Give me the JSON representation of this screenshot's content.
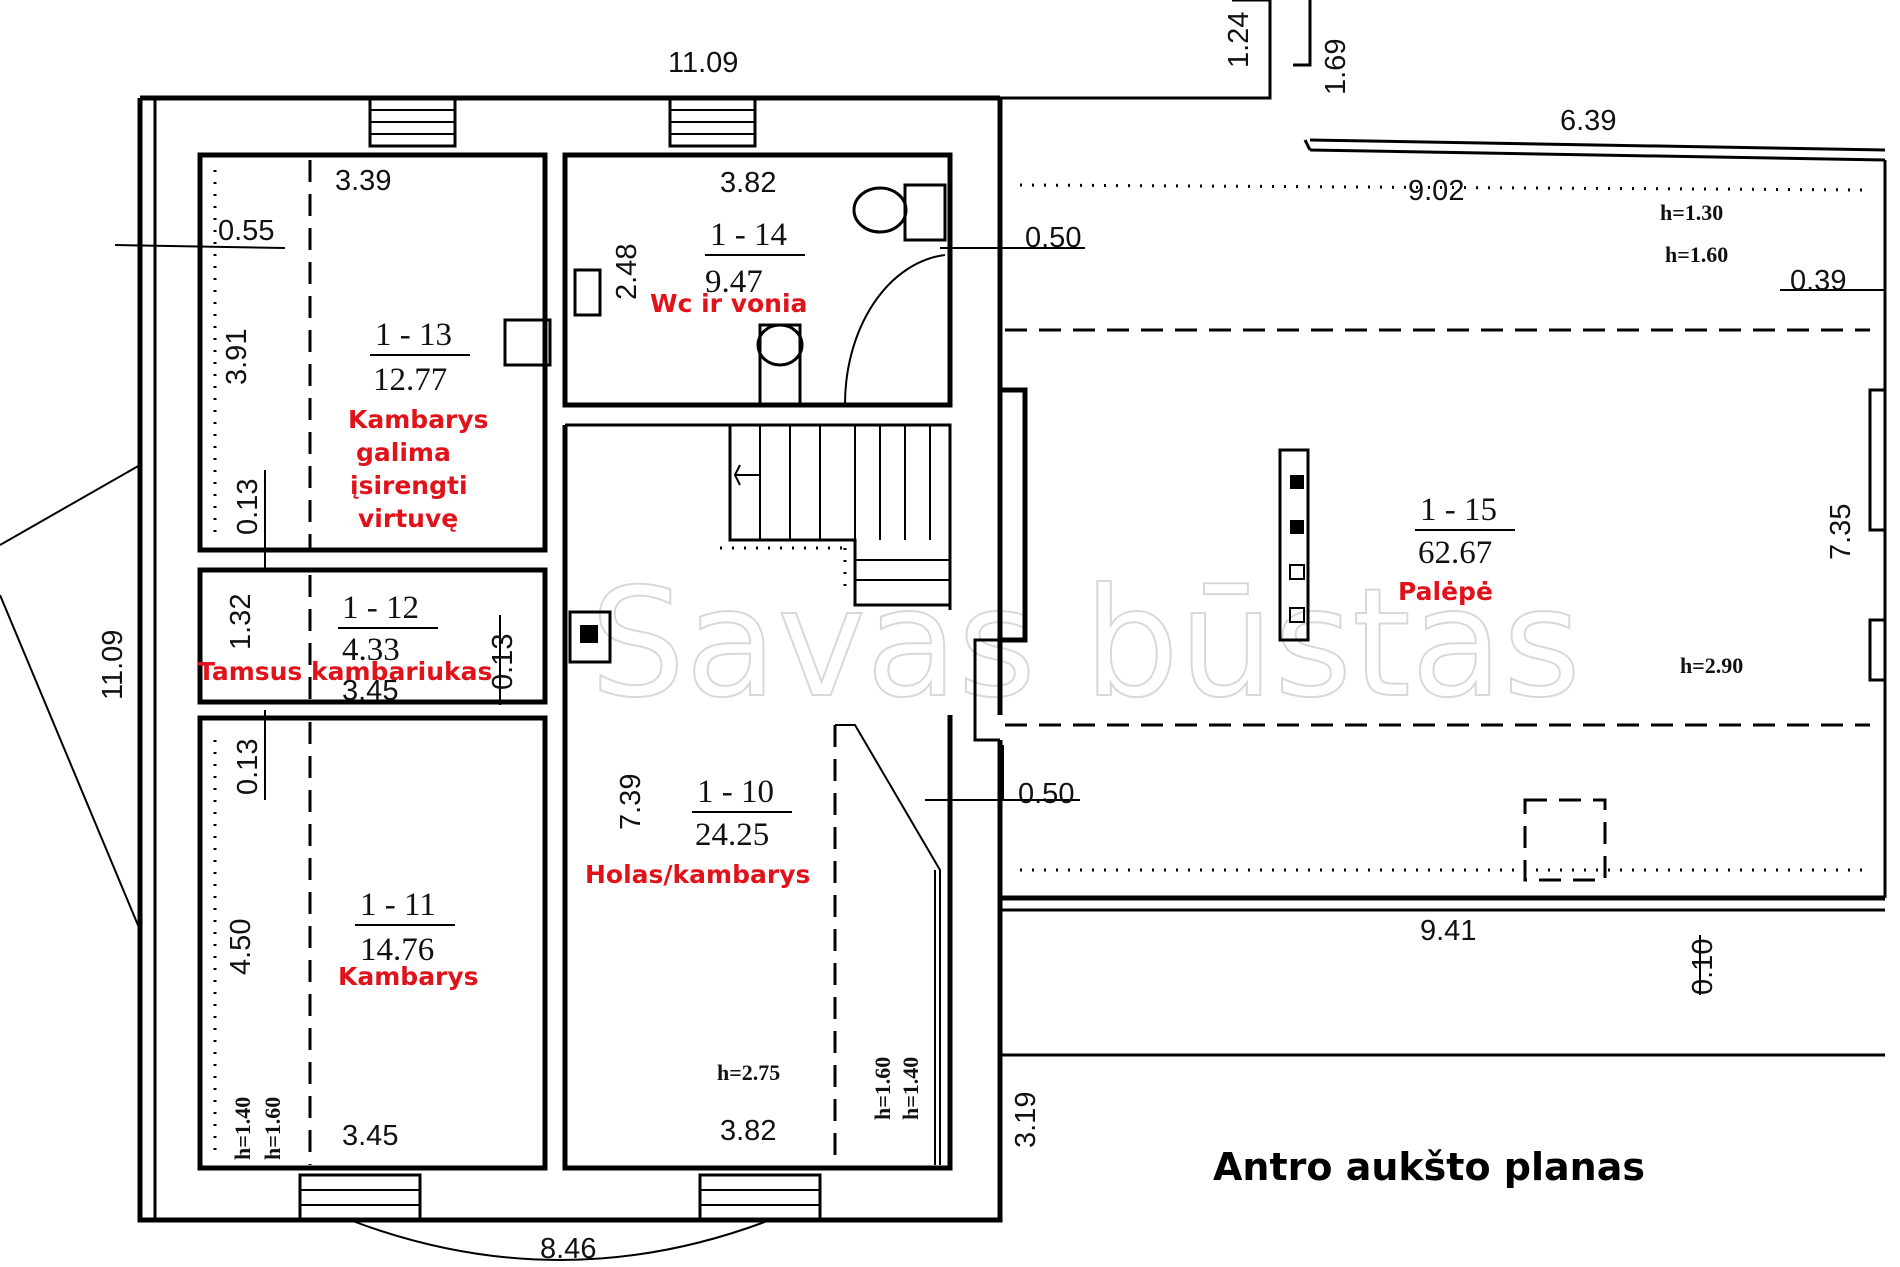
{
  "title": "Antro aukšto planas",
  "watermark": "Savas būstas",
  "rooms": [
    {
      "id": "1 - 13",
      "area": "12.77",
      "label": [
        "Kambarys",
        "galima",
        "įsirengti",
        "virtuvę"
      ]
    },
    {
      "id": "1 - 14",
      "area": "9.47",
      "label": [
        "Wc ir vonia"
      ]
    },
    {
      "id": "1 - 12",
      "area": "4.33",
      "label": [
        "Tamsus kambariukas"
      ]
    },
    {
      "id": "1 - 11",
      "area": "14.76",
      "label": [
        "Kambarys"
      ]
    },
    {
      "id": "1 - 10",
      "area": "24.25",
      "label": [
        "Holas/kambarys"
      ]
    },
    {
      "id": "1 - 15",
      "area": "62.67",
      "label": [
        "Palėpė"
      ]
    }
  ],
  "dimensions": {
    "top_total": "11.09",
    "d124": "1.24",
    "d169": "1.69",
    "d639": "6.39",
    "r13_width": "3.39",
    "r14_width": "3.82",
    "d055": "0.55",
    "r13_height": "3.91",
    "r14_height": "2.48",
    "d013_a": "0.13",
    "d013_b": "0.13",
    "d013_c": "0.13",
    "r12_height": "1.32",
    "r12_width": "3.45",
    "left_total": "11.09",
    "r11_height": "4.50",
    "r11_width": "3.45",
    "r10_height": "7.39",
    "r10_width": "3.82",
    "bottom_total": "8.46",
    "d050_top": "0.50",
    "d050_bottom": "0.50",
    "attic_top": "9.02",
    "d039": "0.39",
    "attic_height": "7.35",
    "attic_bottom": "9.41",
    "d010": "0.10",
    "d319": "3.19"
  },
  "heights": {
    "h130": "h=1.30",
    "h160_attic": "h=1.60",
    "h290": "h=2.90",
    "h275": "h=2.75",
    "h140_r11": "h=1.40",
    "h160_r11": "h=1.60",
    "h160_r10": "h=1.60",
    "h140_r10": "h=1.40"
  }
}
